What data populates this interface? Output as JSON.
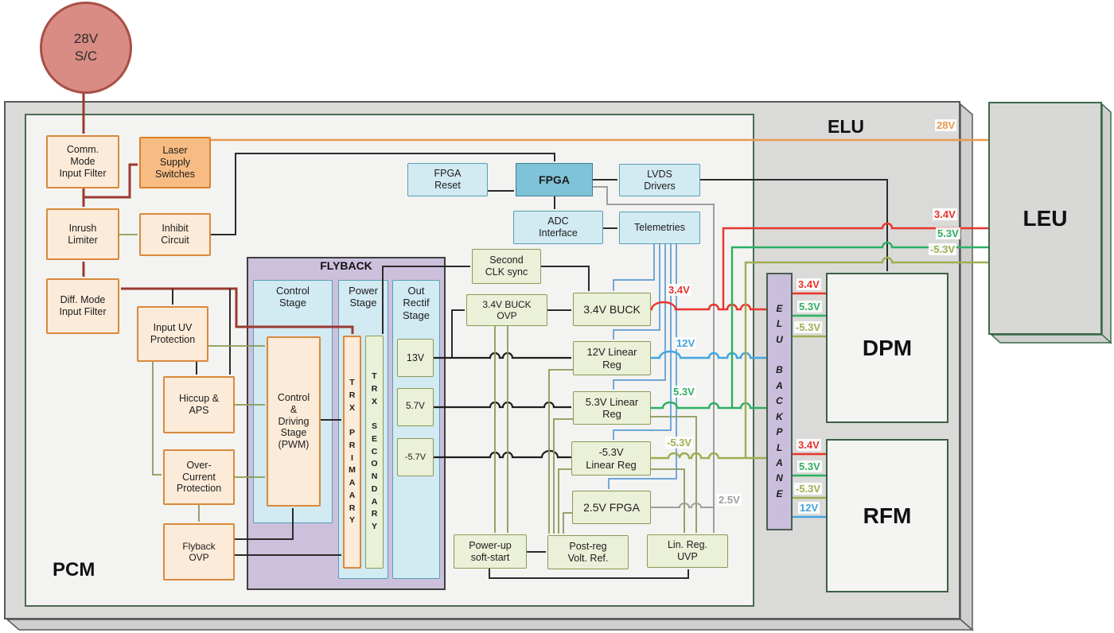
{
  "diagram": {
    "source_label": "28V\nS/C",
    "containers": {
      "elu": "ELU",
      "pcm": "PCM",
      "leu": "LEU",
      "dpm": "DPM",
      "rfm": "RFM",
      "flyback": "FLYBACK",
      "backplane": "E\nL\nU\n\nB\nA\nC\nK\nP\nL\nA\nN\nE"
    },
    "blocks": {
      "comm": "Comm.\nMode\nInput Filter",
      "laser": "Laser\nSupply\nSwitches",
      "inrush": "Inrush\nLimiter",
      "inhibit": "Inhibit\nCircuit",
      "diff": "Diff. Mode\nInput Filter",
      "input_uv": "Input UV\nProtection",
      "hiccup": "Hiccup &\nAPS",
      "overcurrent": "Over-\nCurrent\nProtection",
      "flyback_ovp": "Flyback\nOVP",
      "control_stage": "Control\nStage",
      "power_stage": "Power\nStage",
      "out_rectif": "Out\nRectif\nStage",
      "ctrl_driving": "Control\n&\nDriving\nStage\n(PWM)",
      "trx_primary": "T\nR\nX\n\nP\nR\nI\nM\nA\nA\nR\nY",
      "trx_secondary": "T\nR\nX\n\nS\nE\nC\nO\nN\nD\nA\nR\nY",
      "out_13v": "13V",
      "out_57v": "5.7V",
      "out_n57v": "-5.7V",
      "fpga_reset": "FPGA\nReset",
      "fpga": "FPGA",
      "lvds": "LVDS\nDrivers",
      "adc": "ADC\nInterface",
      "telemetries": "Telemetries",
      "clk_sync": "Second\nCLK sync",
      "buck_ovp": "3.4V BUCK\nOVP",
      "buck": "3.4V BUCK",
      "reg_12v": "12V Linear\nReg",
      "reg_53v": "5.3V Linear\nReg",
      "reg_n53v": "-5.3V\nLinear Reg",
      "fpga_25v": "2.5V FPGA",
      "soft_start": "Power-up\nsoft-start",
      "post_reg": "Post-reg\nVolt. Ref.",
      "lin_reg_uvp": "Lin. Reg.\nUVP"
    },
    "nets": {
      "v28": "28V",
      "v34": "3.4V",
      "v12": "12V",
      "v53": "5.3V",
      "vn53": "-5.3V",
      "v25": "2.5V"
    },
    "colors": {
      "net_28v": "#e89a4f",
      "net_34v": "#e8352c",
      "net_12v": "#42a5dd",
      "net_53v": "#2eaf62",
      "net_n53v": "#a0ad52",
      "net_25v": "#9e9e9e",
      "input_28v": "#9b3a31",
      "telemetry_blue": "#5b9bd5",
      "control_line": "#2b2b2b",
      "reference_olive": "#8a9a56",
      "source_fill": "#d98c84",
      "elu_fill": "#dadad8",
      "pcm_fill": "#f3f3f1",
      "flyback_fill": "#cdc0dd"
    }
  }
}
